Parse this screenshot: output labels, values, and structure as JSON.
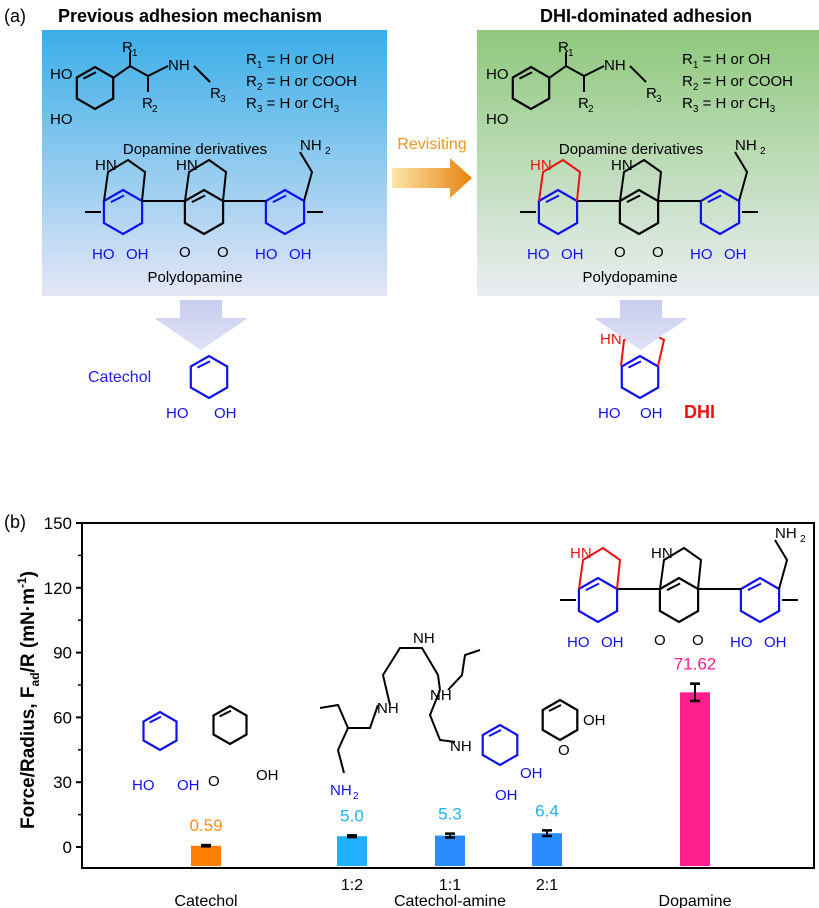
{
  "panel_a": {
    "label": "(a)",
    "left_title": "Previous adhesion mechanism",
    "right_title": "DHI-dominated adhesion",
    "arrow_label": "Revisiting",
    "derivatives_caption": "Dopamine derivatives",
    "polymer_caption": "Polydopamine",
    "r_groups": [
      {
        "r": "R",
        "sub": "1",
        "text": " = H or OH"
      },
      {
        "r": "R",
        "sub": "2",
        "text": " = H or COOH"
      },
      {
        "r": "R",
        "sub": "3",
        "text": " = H or CH",
        "tail_sub": "3"
      }
    ],
    "struct_labels": {
      "ho": "HO",
      "oh": "OH",
      "nh": "NH",
      "hn": "HN",
      "r": "R",
      "o": "O",
      "nh2": "NH",
      "two": "2",
      "one": "1",
      "three": "3"
    },
    "catechol_label": "Catechol",
    "dhi_label": "DHI",
    "colors": {
      "left_top": "#3aaee8",
      "left_bottom": "#e4e6f6",
      "right_top": "#8ec87c",
      "right_bottom": "#eaeef2",
      "arrow": "#f0961e",
      "blue": "#1010ee",
      "red": "#ee1111"
    }
  },
  "panel_b": {
    "label": "(b)"
  },
  "chart_data": {
    "type": "bar",
    "title": "",
    "ylabel": "Force/Radius, F_ad/R (mN·m^-1)",
    "ylabel_parts": {
      "main": "Force/Radius, F",
      "sub": "ad",
      "mid": "/R (mN·m",
      "sup": "-1",
      "end": ")"
    },
    "ylim": [
      -10,
      150
    ],
    "yticks": [
      0,
      30,
      60,
      90,
      120,
      150
    ],
    "categories": [
      "Catechol",
      "1:2",
      "1:1",
      "2:1",
      "Dopamine"
    ],
    "group_labels": [
      "Catechol",
      "Catechol-amine",
      "Dopamine"
    ],
    "values": [
      0.59,
      5.0,
      5.3,
      6.4,
      71.62
    ],
    "errors": [
      0.3,
      0.4,
      0.9,
      1.3,
      4.0
    ],
    "value_labels": [
      "0.59",
      "5.0",
      "5.3",
      "6.4",
      "71.62"
    ],
    "colors": [
      "#ff8000",
      "#1fb0ff",
      "#2a8cff",
      "#2a8cff",
      "#ff1f8c"
    ],
    "label_colors": [
      "#ff8c1a",
      "#1fb0ff",
      "#1fb0ff",
      "#1fb0ff",
      "#ff1f8c"
    ],
    "grid": false
  }
}
